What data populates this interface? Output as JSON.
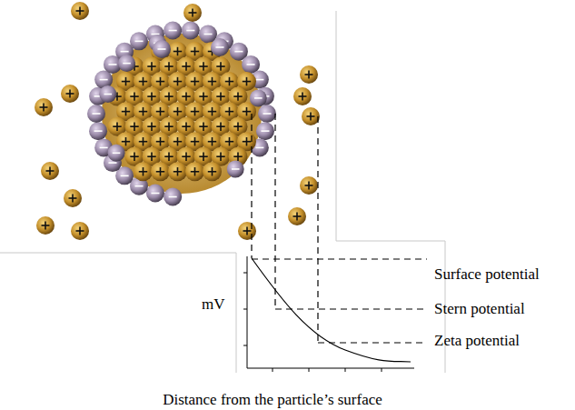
{
  "diagram": {
    "labels": [
      "Surface potential",
      "Stern potential",
      "Zeta potential",
      "mV",
      "Distance from the particle’s surface"
    ]
  }
}
